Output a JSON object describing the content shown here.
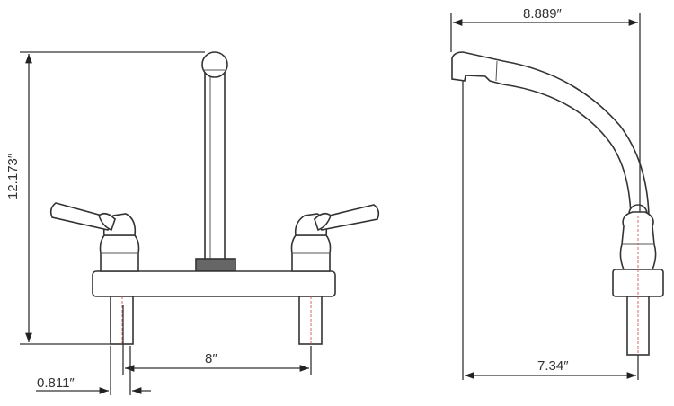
{
  "dimensions": {
    "overall_height": "12.173″",
    "spout_reach": "8.889″",
    "center_spacing": "8″",
    "shank_diameter": "0.811″",
    "spout_height_offset": "7.34″"
  },
  "colors": {
    "line": "#333333",
    "centerline": "#cc4444",
    "background": "#ffffff"
  }
}
